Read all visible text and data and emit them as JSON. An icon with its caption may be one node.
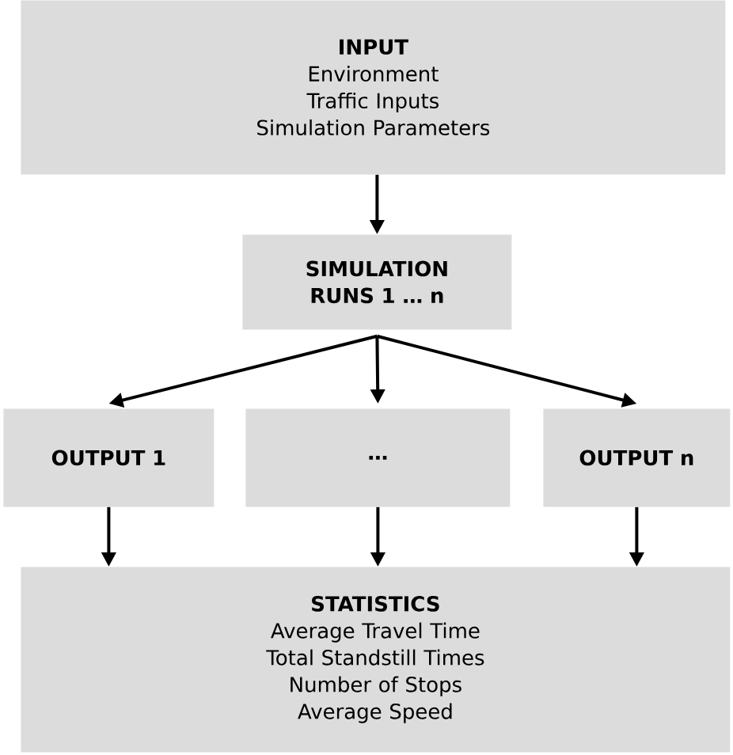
{
  "diagram": {
    "nodes": [
      {
        "text": [
          "INPUT",
          "Environment",
          "Traffic Inputs",
          "Simulation Parameters"
        ]
      },
      {
        "text": [
          "SIMULATION RUNS 1 … n"
        ]
      },
      {
        "text": [
          "OUTPUT 1"
        ]
      },
      {
        "text": [
          "…"
        ]
      },
      {
        "text": [
          "OUTPUT n"
        ]
      },
      {
        "text": [
          "STATISTICS",
          "Average Travel Time",
          "Total Standstill Times",
          "Number of Stops",
          "Average Speed"
        ]
      }
    ],
    "edges": [
      {
        "from": 0,
        "to": 1,
        "arrow": "to"
      },
      {
        "from": 1,
        "to": 2,
        "arrow": "to"
      },
      {
        "from": 1,
        "to": 3,
        "arrow": "to"
      },
      {
        "from": 1,
        "to": 4,
        "arrow": "to"
      },
      {
        "from": 2,
        "to": 5,
        "arrow": "to"
      },
      {
        "from": 3,
        "to": 5,
        "arrow": "to"
      },
      {
        "from": 4,
        "to": 5,
        "arrow": "to"
      }
    ]
  }
}
